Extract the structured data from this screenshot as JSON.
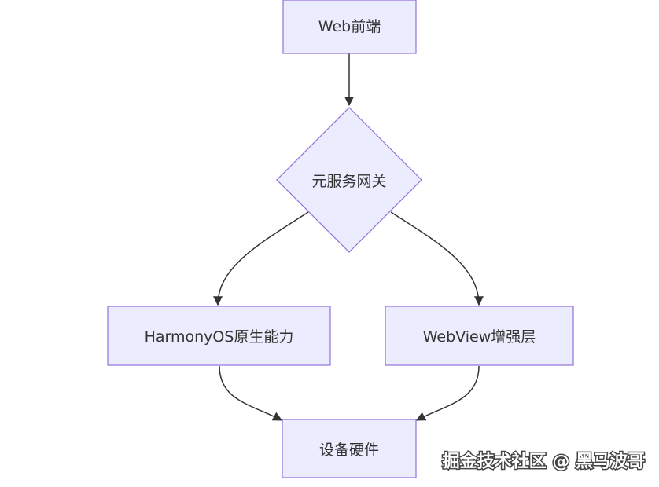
{
  "diagram": {
    "nodes": {
      "web_frontend": "Web前端",
      "gateway": "元服务网关",
      "harmony": "HarmonyOS原生能力",
      "webview": "WebView增强层",
      "hardware": "设备硬件"
    },
    "colors": {
      "node_fill": "#ECECFF",
      "node_stroke": "#9370DB",
      "edge": "#333333",
      "text": "#333333"
    }
  },
  "watermark": "掘金技术社区 @ 黑马波哥"
}
